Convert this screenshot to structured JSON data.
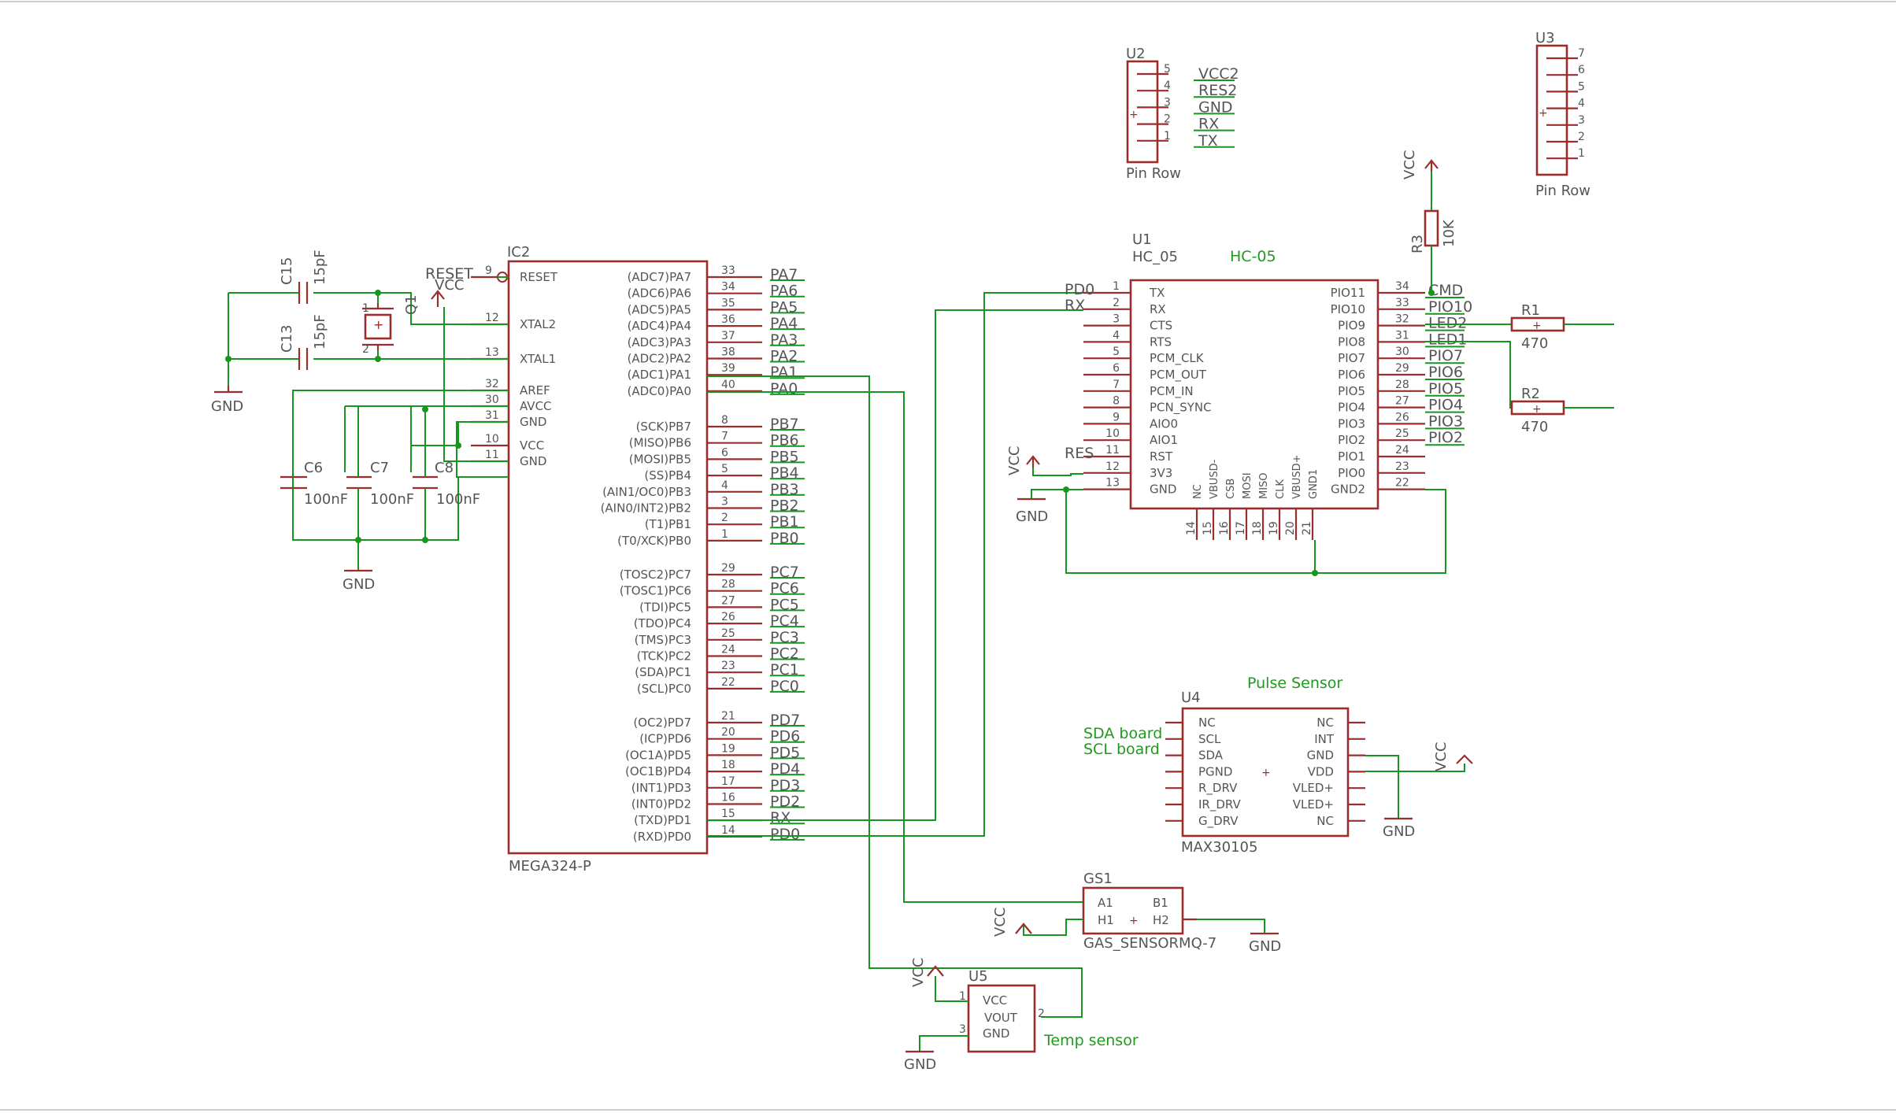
{
  "parts": {
    "ic2": {
      "ref": "IC2",
      "value": "MEGA324-P",
      "left_pins": [
        {
          "num": "9",
          "name": "RESET"
        },
        {
          "num": "12",
          "name": "XTAL2"
        },
        {
          "num": "13",
          "name": "XTAL1"
        },
        {
          "num": "32",
          "name": "AREF"
        },
        {
          "num": "30",
          "name": "AVCC"
        },
        {
          "num": "31",
          "name": "GND"
        },
        {
          "num": "10",
          "name": "VCC"
        },
        {
          "num": "11",
          "name": "GND"
        }
      ],
      "right_pins": [
        {
          "num": "33",
          "name": "(ADC7)PA7",
          "net": "PA7"
        },
        {
          "num": "34",
          "name": "(ADC6)PA6",
          "net": "PA6"
        },
        {
          "num": "35",
          "name": "(ADC5)PA5",
          "net": "PA5"
        },
        {
          "num": "36",
          "name": "(ADC4)PA4",
          "net": "PA4"
        },
        {
          "num": "37",
          "name": "(ADC3)PA3",
          "net": "PA3"
        },
        {
          "num": "38",
          "name": "(ADC2)PA2",
          "net": "PA2"
        },
        {
          "num": "39",
          "name": "(ADC1)PA1",
          "net": "PA1"
        },
        {
          "num": "40",
          "name": "(ADC0)PA0",
          "net": "PA0"
        },
        {
          "num": "8",
          "name": "(SCK)PB7",
          "net": "PB7"
        },
        {
          "num": "7",
          "name": "(MISO)PB6",
          "net": "PB6"
        },
        {
          "num": "6",
          "name": "(MOSI)PB5",
          "net": "PB5"
        },
        {
          "num": "5",
          "name": "(SS)PB4",
          "net": "PB4"
        },
        {
          "num": "4",
          "name": "(AIN1/OC0)PB3",
          "net": "PB3"
        },
        {
          "num": "3",
          "name": "(AIN0/INT2)PB2",
          "net": "PB2"
        },
        {
          "num": "2",
          "name": "(T1)PB1",
          "net": "PB1"
        },
        {
          "num": "1",
          "name": "(T0/XCK)PB0",
          "net": "PB0"
        },
        {
          "num": "29",
          "name": "(TOSC2)PC7",
          "net": "PC7"
        },
        {
          "num": "28",
          "name": "(TOSC1)PC6",
          "net": "PC6"
        },
        {
          "num": "27",
          "name": "(TDI)PC5",
          "net": "PC5"
        },
        {
          "num": "26",
          "name": "(TDO)PC4",
          "net": "PC4"
        },
        {
          "num": "25",
          "name": "(TMS)PC3",
          "net": "PC3"
        },
        {
          "num": "24",
          "name": "(TCK)PC2",
          "net": "PC2"
        },
        {
          "num": "23",
          "name": "(SDA)PC1",
          "net": "PC1"
        },
        {
          "num": "22",
          "name": "(SCL)PC0",
          "net": "PC0"
        },
        {
          "num": "21",
          "name": "(OC2)PD7",
          "net": "PD7"
        },
        {
          "num": "20",
          "name": "(ICP)PD6",
          "net": "PD6"
        },
        {
          "num": "19",
          "name": "(OC1A)PD5",
          "net": "PD5"
        },
        {
          "num": "18",
          "name": "(OC1B)PD4",
          "net": "PD4"
        },
        {
          "num": "17",
          "name": "(INT1)PD3",
          "net": "PD3"
        },
        {
          "num": "16",
          "name": "(INT0)PD2",
          "net": "PD2"
        },
        {
          "num": "15",
          "name": "(TXD)PD1",
          "net": "RX"
        },
        {
          "num": "14",
          "name": "(RXD)PD0",
          "net": "PD0"
        }
      ]
    },
    "u1": {
      "ref": "U1",
      "value": "HC_05",
      "title": "HC-05",
      "left_pins": [
        {
          "num": "1",
          "name": "TX",
          "net": "PD0"
        },
        {
          "num": "2",
          "name": "RX",
          "net": "RX"
        },
        {
          "num": "3",
          "name": "CTS"
        },
        {
          "num": "4",
          "name": "RTS"
        },
        {
          "num": "5",
          "name": "PCM_CLK"
        },
        {
          "num": "6",
          "name": "PCM_OUT"
        },
        {
          "num": "7",
          "name": "PCM_IN"
        },
        {
          "num": "8",
          "name": "PCN_SYNC"
        },
        {
          "num": "9",
          "name": "AIO0"
        },
        {
          "num": "10",
          "name": "AIO1"
        },
        {
          "num": "11",
          "name": "RST",
          "net": "RES"
        },
        {
          "num": "12",
          "name": "3V3"
        },
        {
          "num": "13",
          "name": "GND"
        }
      ],
      "right_pins": [
        {
          "num": "34",
          "name": "PIO11",
          "net": "CMD"
        },
        {
          "num": "33",
          "name": "PIO10",
          "net": "PIO10"
        },
        {
          "num": "32",
          "name": "PIO9",
          "net": "LED2"
        },
        {
          "num": "31",
          "name": "PIO8",
          "net": "LED1"
        },
        {
          "num": "30",
          "name": "PIO7",
          "net": "PIO7"
        },
        {
          "num": "29",
          "name": "PIO6",
          "net": "PIO6"
        },
        {
          "num": "28",
          "name": "PIO5",
          "net": "PIO5"
        },
        {
          "num": "27",
          "name": "PIO4",
          "net": "PIO4"
        },
        {
          "num": "26",
          "name": "PIO3",
          "net": "PIO3"
        },
        {
          "num": "25",
          "name": "PIO2",
          "net": "PIO2"
        },
        {
          "num": "24",
          "name": "PIO1"
        },
        {
          "num": "23",
          "name": "PIO0"
        },
        {
          "num": "22",
          "name": "GND2"
        }
      ],
      "bottom_pins": [
        {
          "num": "14",
          "name": "NC"
        },
        {
          "num": "15",
          "name": "VBUSD-"
        },
        {
          "num": "16",
          "name": "CSB"
        },
        {
          "num": "17",
          "name": "MOSI"
        },
        {
          "num": "18",
          "name": "MISO"
        },
        {
          "num": "19",
          "name": "CLK"
        },
        {
          "num": "20",
          "name": "VBUSD+"
        },
        {
          "num": "21",
          "name": "GND1"
        }
      ]
    },
    "u2": {
      "ref": "U2",
      "value": "Pin Row",
      "pins": [
        {
          "num": "5",
          "net": "VCC2"
        },
        {
          "num": "4",
          "net": "RES2"
        },
        {
          "num": "3",
          "net": "GND"
        },
        {
          "num": "2",
          "net": "RX"
        },
        {
          "num": "1",
          "net": "TX"
        }
      ]
    },
    "u3": {
      "ref": "U3",
      "value": "Pin Row",
      "pins": [
        "7",
        "6",
        "5",
        "4",
        "3",
        "2",
        "1"
      ]
    },
    "u4": {
      "ref": "U4",
      "value": "MAX30105",
      "title": "Pulse Sensor",
      "left_pins": [
        "NC",
        "SCL",
        "SDA",
        "PGND",
        "R_DRV",
        "IR_DRV",
        "G_DRV"
      ],
      "right_pins": [
        "NC",
        "INT",
        "GND",
        "VDD",
        "VLED+",
        "VLED+",
        "NC"
      ],
      "note_sda": "SDA board",
      "note_scl": "SCL board"
    },
    "gs1": {
      "ref": "GS1",
      "value": "GAS_SENSORMQ-7",
      "pins": [
        "A1",
        "B1",
        "H1",
        "H2"
      ]
    },
    "u5": {
      "ref": "U5",
      "title": "Temp sensor",
      "pins": [
        {
          "num": "1",
          "name": "VCC"
        },
        {
          "num": "2",
          "name": "VOUT"
        },
        {
          "num": "3",
          "name": "GND"
        }
      ]
    },
    "r1": {
      "ref": "R1",
      "value": "470"
    },
    "r2": {
      "ref": "R2",
      "value": "470"
    },
    "r3": {
      "ref": "R3",
      "value": "10K"
    },
    "c15": {
      "ref": "C15",
      "value": "15pF"
    },
    "c13": {
      "ref": "C13",
      "value": "15pF"
    },
    "q1": {
      "ref": "Q1",
      "pin1": "1",
      "pin2": "2"
    },
    "c6": {
      "ref": "C6",
      "value": "100nF"
    },
    "c7": {
      "ref": "C7",
      "value": "100nF"
    },
    "c8": {
      "ref": "C8",
      "value": "100nF"
    }
  },
  "nets": {
    "gnd": "GND",
    "vcc": "VCC",
    "reset": "RESET",
    "pa0": "PA0",
    "rx": "RX",
    "pd0": "PD0",
    "res": "RES",
    "cmd": "CMD",
    "pio10": "PIO10",
    "led2": "LED2",
    "led1": "LED1",
    "pio_nets": [
      "PIO7",
      "PIO6",
      "PIO5",
      "PIO4",
      "PIO3",
      "PIO2"
    ]
  },
  "colors": {
    "part": "#9b2d2d",
    "wire": "#17961f",
    "text": "#555555",
    "label": "#1f9a1f"
  }
}
